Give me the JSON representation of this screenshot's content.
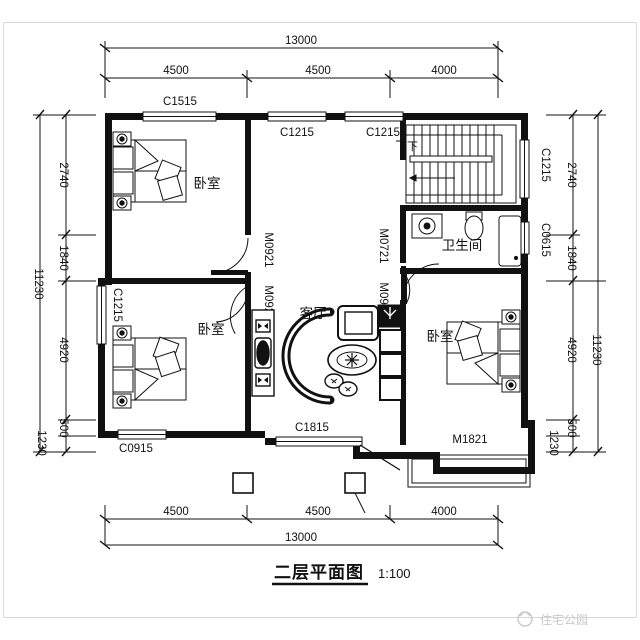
{
  "drawing": {
    "title": "二层平面图",
    "scale": "1:100",
    "watermark": "住宅公园"
  },
  "dimensions": {
    "top": {
      "total": "13000",
      "segments": [
        "4500",
        "4500",
        "4000"
      ]
    },
    "bottom": {
      "total": "13000",
      "segments": [
        "4500",
        "4500",
        "4000"
      ]
    },
    "left": {
      "total": "11230",
      "segments": [
        "2740",
        "1840",
        "4920",
        "500"
      ],
      "extra": "1230"
    },
    "right": {
      "total": "11230",
      "segments": [
        "2740",
        "1840",
        "4920",
        "500"
      ],
      "extra": "1230"
    }
  },
  "rooms": [
    {
      "id": "bedroom-top-left",
      "label": "卧室"
    },
    {
      "id": "bedroom-bottom-left",
      "label": "卧室"
    },
    {
      "id": "living-room",
      "label": "客厅"
    },
    {
      "id": "bathroom",
      "label": "卫生间"
    },
    {
      "id": "bedroom-right",
      "label": "卧室"
    }
  ],
  "openings": {
    "windows": [
      {
        "id": "w-c1515",
        "code": "C1515"
      },
      {
        "id": "w-c1215-a",
        "code": "C1215"
      },
      {
        "id": "w-c1215-b",
        "code": "C1215"
      },
      {
        "id": "w-c1215-right",
        "code": "C1215"
      },
      {
        "id": "w-c0615",
        "code": "C0615"
      },
      {
        "id": "w-c1215-left",
        "code": "C1215"
      },
      {
        "id": "w-c0915",
        "code": "C0915"
      },
      {
        "id": "w-c1815",
        "code": "C1815"
      }
    ],
    "doors": [
      {
        "id": "d-m0921-a",
        "code": "M0921"
      },
      {
        "id": "d-m0921-b",
        "code": "M0921"
      },
      {
        "id": "d-m0721",
        "code": "M0721"
      },
      {
        "id": "d-m0921-c",
        "code": "M0921"
      },
      {
        "id": "d-m1821",
        "code": "M1821"
      }
    ]
  },
  "stair": {
    "direction_label": "下"
  },
  "colors": {
    "line": "#111111",
    "wall": "#111111",
    "paper": "#ffffff",
    "watermark": "#c9c9c9"
  }
}
